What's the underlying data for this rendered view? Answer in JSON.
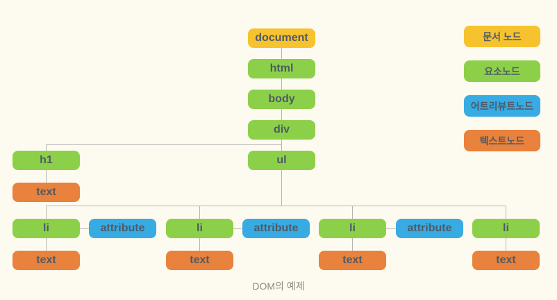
{
  "diagram": {
    "caption": "DOM의 예제",
    "tree": {
      "document": "document",
      "html": "html",
      "body": "body",
      "div": "div",
      "h1": "h1",
      "h1_text": "text",
      "ul": "ul",
      "items": [
        {
          "li": "li",
          "attribute": "attribute",
          "text": "text"
        },
        {
          "li": "li",
          "attribute": "attribute",
          "text": "text"
        },
        {
          "li": "li",
          "attribute": "attribute",
          "text": "text"
        },
        {
          "li": "li",
          "text": "text"
        }
      ]
    },
    "legend": [
      {
        "label": "문서 노드",
        "type": "document"
      },
      {
        "label": "요소노드",
        "type": "element"
      },
      {
        "label": "어트리뷰트노드",
        "type": "attribute"
      },
      {
        "label": "텍스트노드",
        "type": "textnode"
      }
    ],
    "colors": {
      "document_node": "#f6c22e",
      "element_node": "#8cd04a",
      "attribute_node": "#38abe3",
      "text_node": "#e8823c",
      "label_text": "#4e5a67",
      "connector_line": "#b5b5b5",
      "background": "#fdfaef",
      "caption_text": "#8d8a80"
    }
  }
}
